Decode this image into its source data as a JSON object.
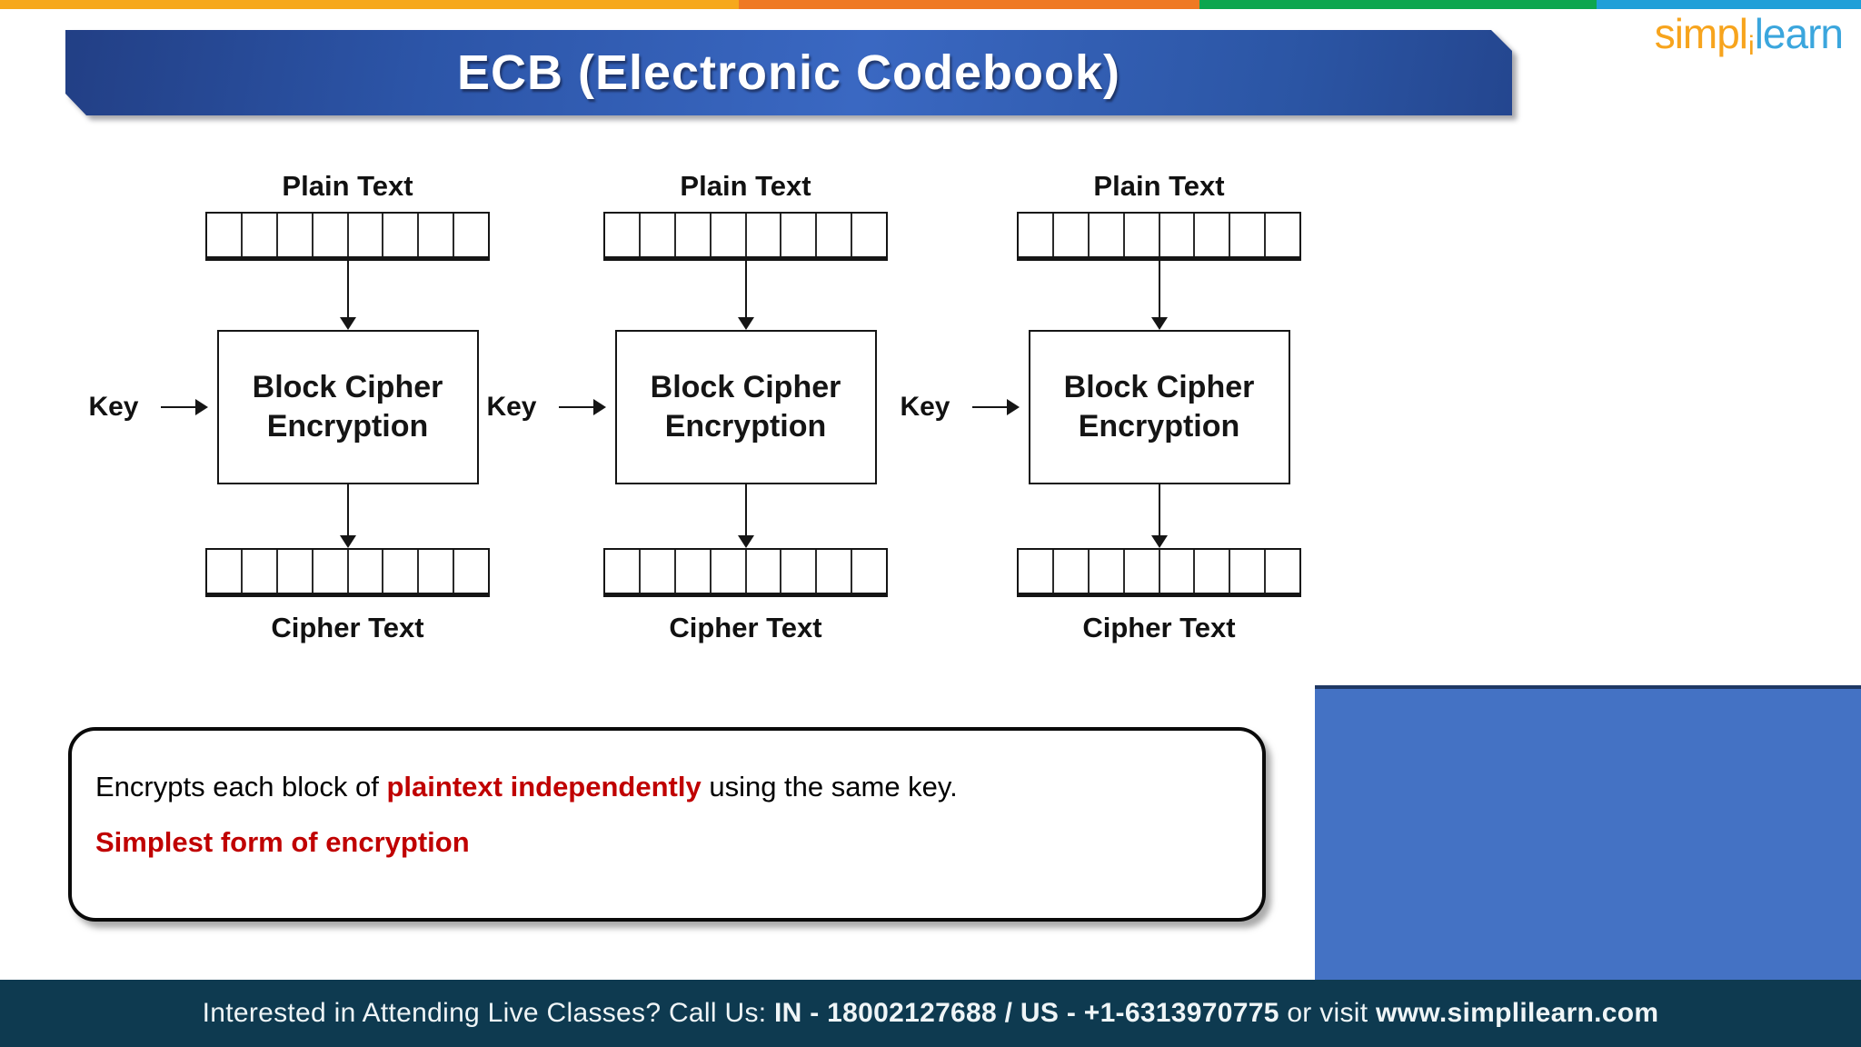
{
  "slide": {
    "title": "ECB (Electronic Codebook)"
  },
  "logo": {
    "part_orange": "simpl",
    "part_i": "i",
    "part_blue": "learn",
    "color_orange": "#F7A41D",
    "color_blue": "#3BA6DD"
  },
  "brand_stripe_colors": [
    "#F6A81C",
    "#EF7923",
    "#0CA64E",
    "#1F9FD8"
  ],
  "diagram": {
    "cell_count": 8,
    "columns": [
      {
        "top_label": "Plain Text",
        "box_line1": "Block Cipher",
        "box_line2": "Encryption",
        "key_label": "Key",
        "bottom_label": "Cipher Text"
      },
      {
        "top_label": "Plain Text",
        "box_line1": "Block Cipher",
        "box_line2": "Encryption",
        "key_label": "Key",
        "bottom_label": "Cipher Text"
      },
      {
        "top_label": "Plain Text",
        "box_line1": "Block Cipher",
        "box_line2": "Encryption",
        "key_label": "Key",
        "bottom_label": "Cipher Text"
      }
    ]
  },
  "info_box": {
    "line1_prefix": "Encrypts each block of ",
    "line1_highlight": "plaintext independently",
    "line1_suffix": " using the same key.",
    "line2": "Simplest form of encryption",
    "highlight_color": "#C00000"
  },
  "side_panel": {
    "color": "#4472C4"
  },
  "footer": {
    "prefix": "Interested in Attending Live Classes? Call Us: ",
    "phones": "IN - 18002127688 / US - +1-6313970775",
    "middle": " or visit ",
    "website": "www.simplilearn.com",
    "bg_color": "#0E3A50"
  }
}
